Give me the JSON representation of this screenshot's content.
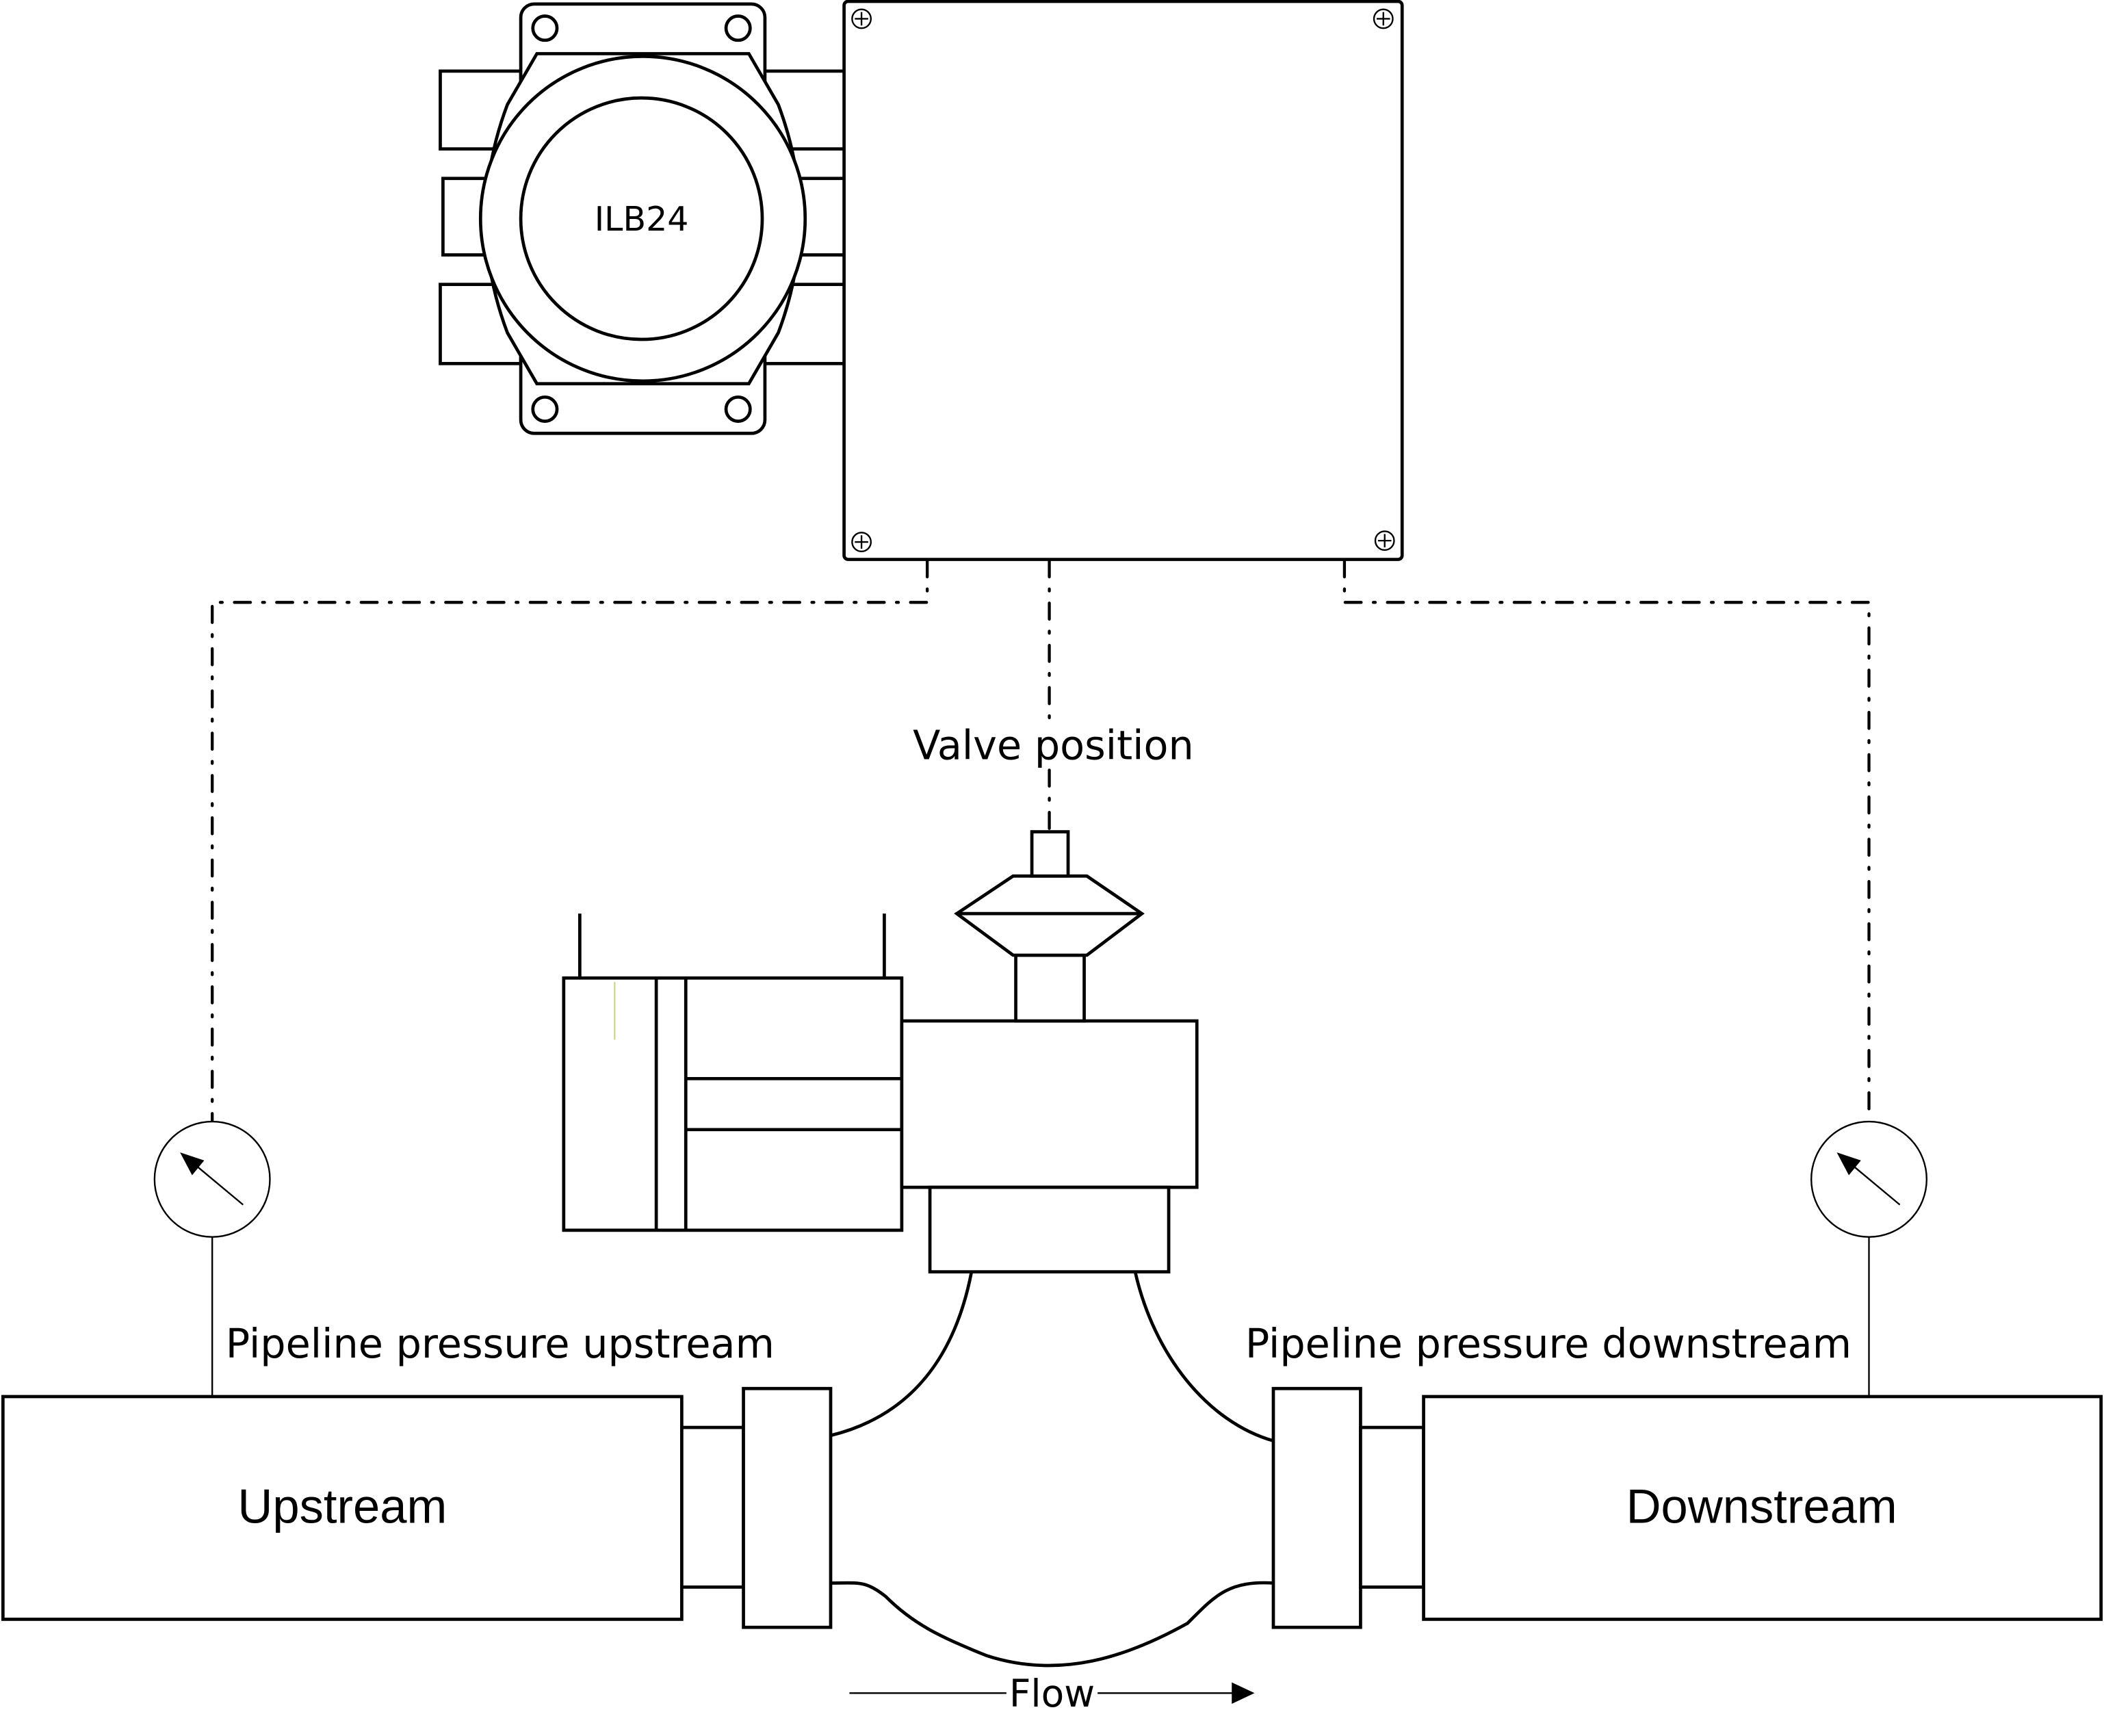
{
  "diagram": {
    "controller_label": "ILB24",
    "valve_position_label": "Valve position",
    "upstream_pressure_label": "Pipeline pressure upstream",
    "downstream_pressure_label": "Pipeline pressure downstream",
    "upstream_label": "Upstream",
    "downstream_label": "Downstream",
    "flow_label": "Flow",
    "components": [
      {
        "name": "ILB24 controller unit",
        "icon": "controller-icon"
      },
      {
        "name": "Junction box",
        "icon": "junction-box-icon"
      },
      {
        "name": "Upstream pressure gauge",
        "icon": "pressure-gauge-icon"
      },
      {
        "name": "Downstream pressure gauge",
        "icon": "pressure-gauge-icon"
      },
      {
        "name": "Valve actuator",
        "icon": "actuator-icon"
      },
      {
        "name": "Valve body",
        "icon": "valve-icon"
      }
    ]
  }
}
